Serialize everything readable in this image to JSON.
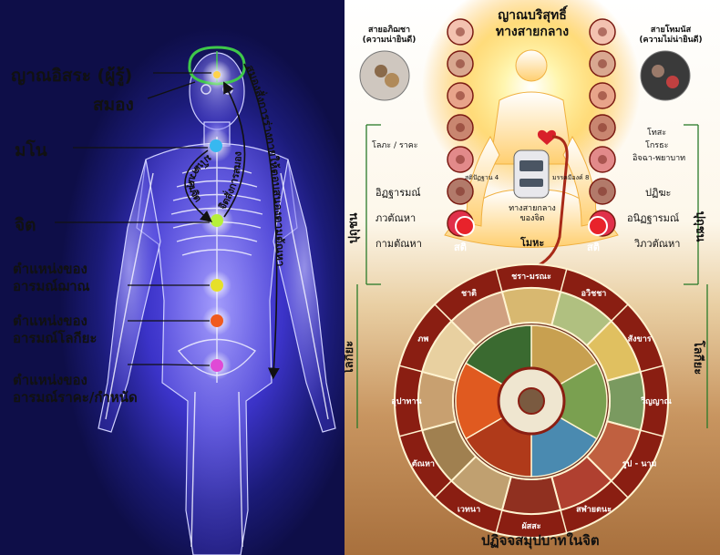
{
  "left": {
    "labels": {
      "nyan_isara": "ญาณอิสระ (ผู้รู้)",
      "samong": "สมอง",
      "mano": "มโน",
      "chit": "จิต",
      "pos1_l1": "ตำแหน่งของ",
      "pos1_l2": "อารมณ์ฌาณ",
      "pos2_l1": "ตำแหน่งของ",
      "pos2_l2": "อารมณ์โลกียะ",
      "pos3_l1": "ตำแหน่งของ",
      "pos3_l2": "อารมณ์ราคะ/กำหนัด"
    },
    "arrows": {
      "brain_command": "สมองสั่งการร่างกายให้ตอบสนองตามตัณหา",
      "chit_command": "จิตสั่งการสมอง",
      "mano_chit": "มโนควบคุมจิต"
    },
    "colors": {
      "mano": "#37b8f0",
      "chit": "#b6f03a",
      "pos1": "#e6e02a",
      "pos2": "#f05a1e",
      "pos3": "#e04ad6",
      "brain_outline": "#3fc84a"
    }
  },
  "right": {
    "title": {
      "l1": "ญาณบริสุทธิ์",
      "l2": "ทางสายกลาง"
    },
    "left_path": {
      "l1": "สายอภิฌชา",
      "l2": "(ความน่ายินดี)"
    },
    "right_path": {
      "l1": "สายโทมนัส",
      "l2": "(ความไม่น่ายินดี)"
    },
    "left_states": {
      "lobha": "โลภะ / ราคะ",
      "ittharom": "อิฏฐารมณ์",
      "phava": "ภวตัณหา",
      "kama": "กามตัณหา"
    },
    "right_states": {
      "tosa": "โทสะ",
      "krotha": "โกรธะ",
      "issa": "อิจฉา-พยาบาท",
      "patigha": "ปฏิฆะ",
      "anittharom": "อนิฏฐารมณ์",
      "vibhava": "วิภวตัณหา"
    },
    "center": {
      "middle_way_l1": "ทางสายกลาง",
      "middle_way_l2": "ของจิต",
      "sati_l": "สติปัฏฐาน 4",
      "sati_r": "มรรคมีองค์ 8",
      "moha": "โมหะ",
      "sati": "สติ"
    },
    "side_labels": {
      "puthuchon": "ปุถุชน",
      "lokiya": "โลกียะ"
    },
    "wheel": {
      "title": "ปฏิจจสมุปบาทในจิต",
      "links": [
        "ชรา-มรณะ",
        "อวิชชา",
        "สังขาร",
        "วิญญาณ",
        "รูป - นาม",
        "สฬายตนะ",
        "ผัสสะ",
        "เวทนา",
        "ตัณหา",
        "อุปาทาน",
        "ภพ",
        "ชาติ"
      ]
    },
    "colors": {
      "wheel_ring": "#8a1e12",
      "wheel_border": "#fff3d0",
      "stem": "#a82a18",
      "sati_button": "#e8232b"
    }
  }
}
